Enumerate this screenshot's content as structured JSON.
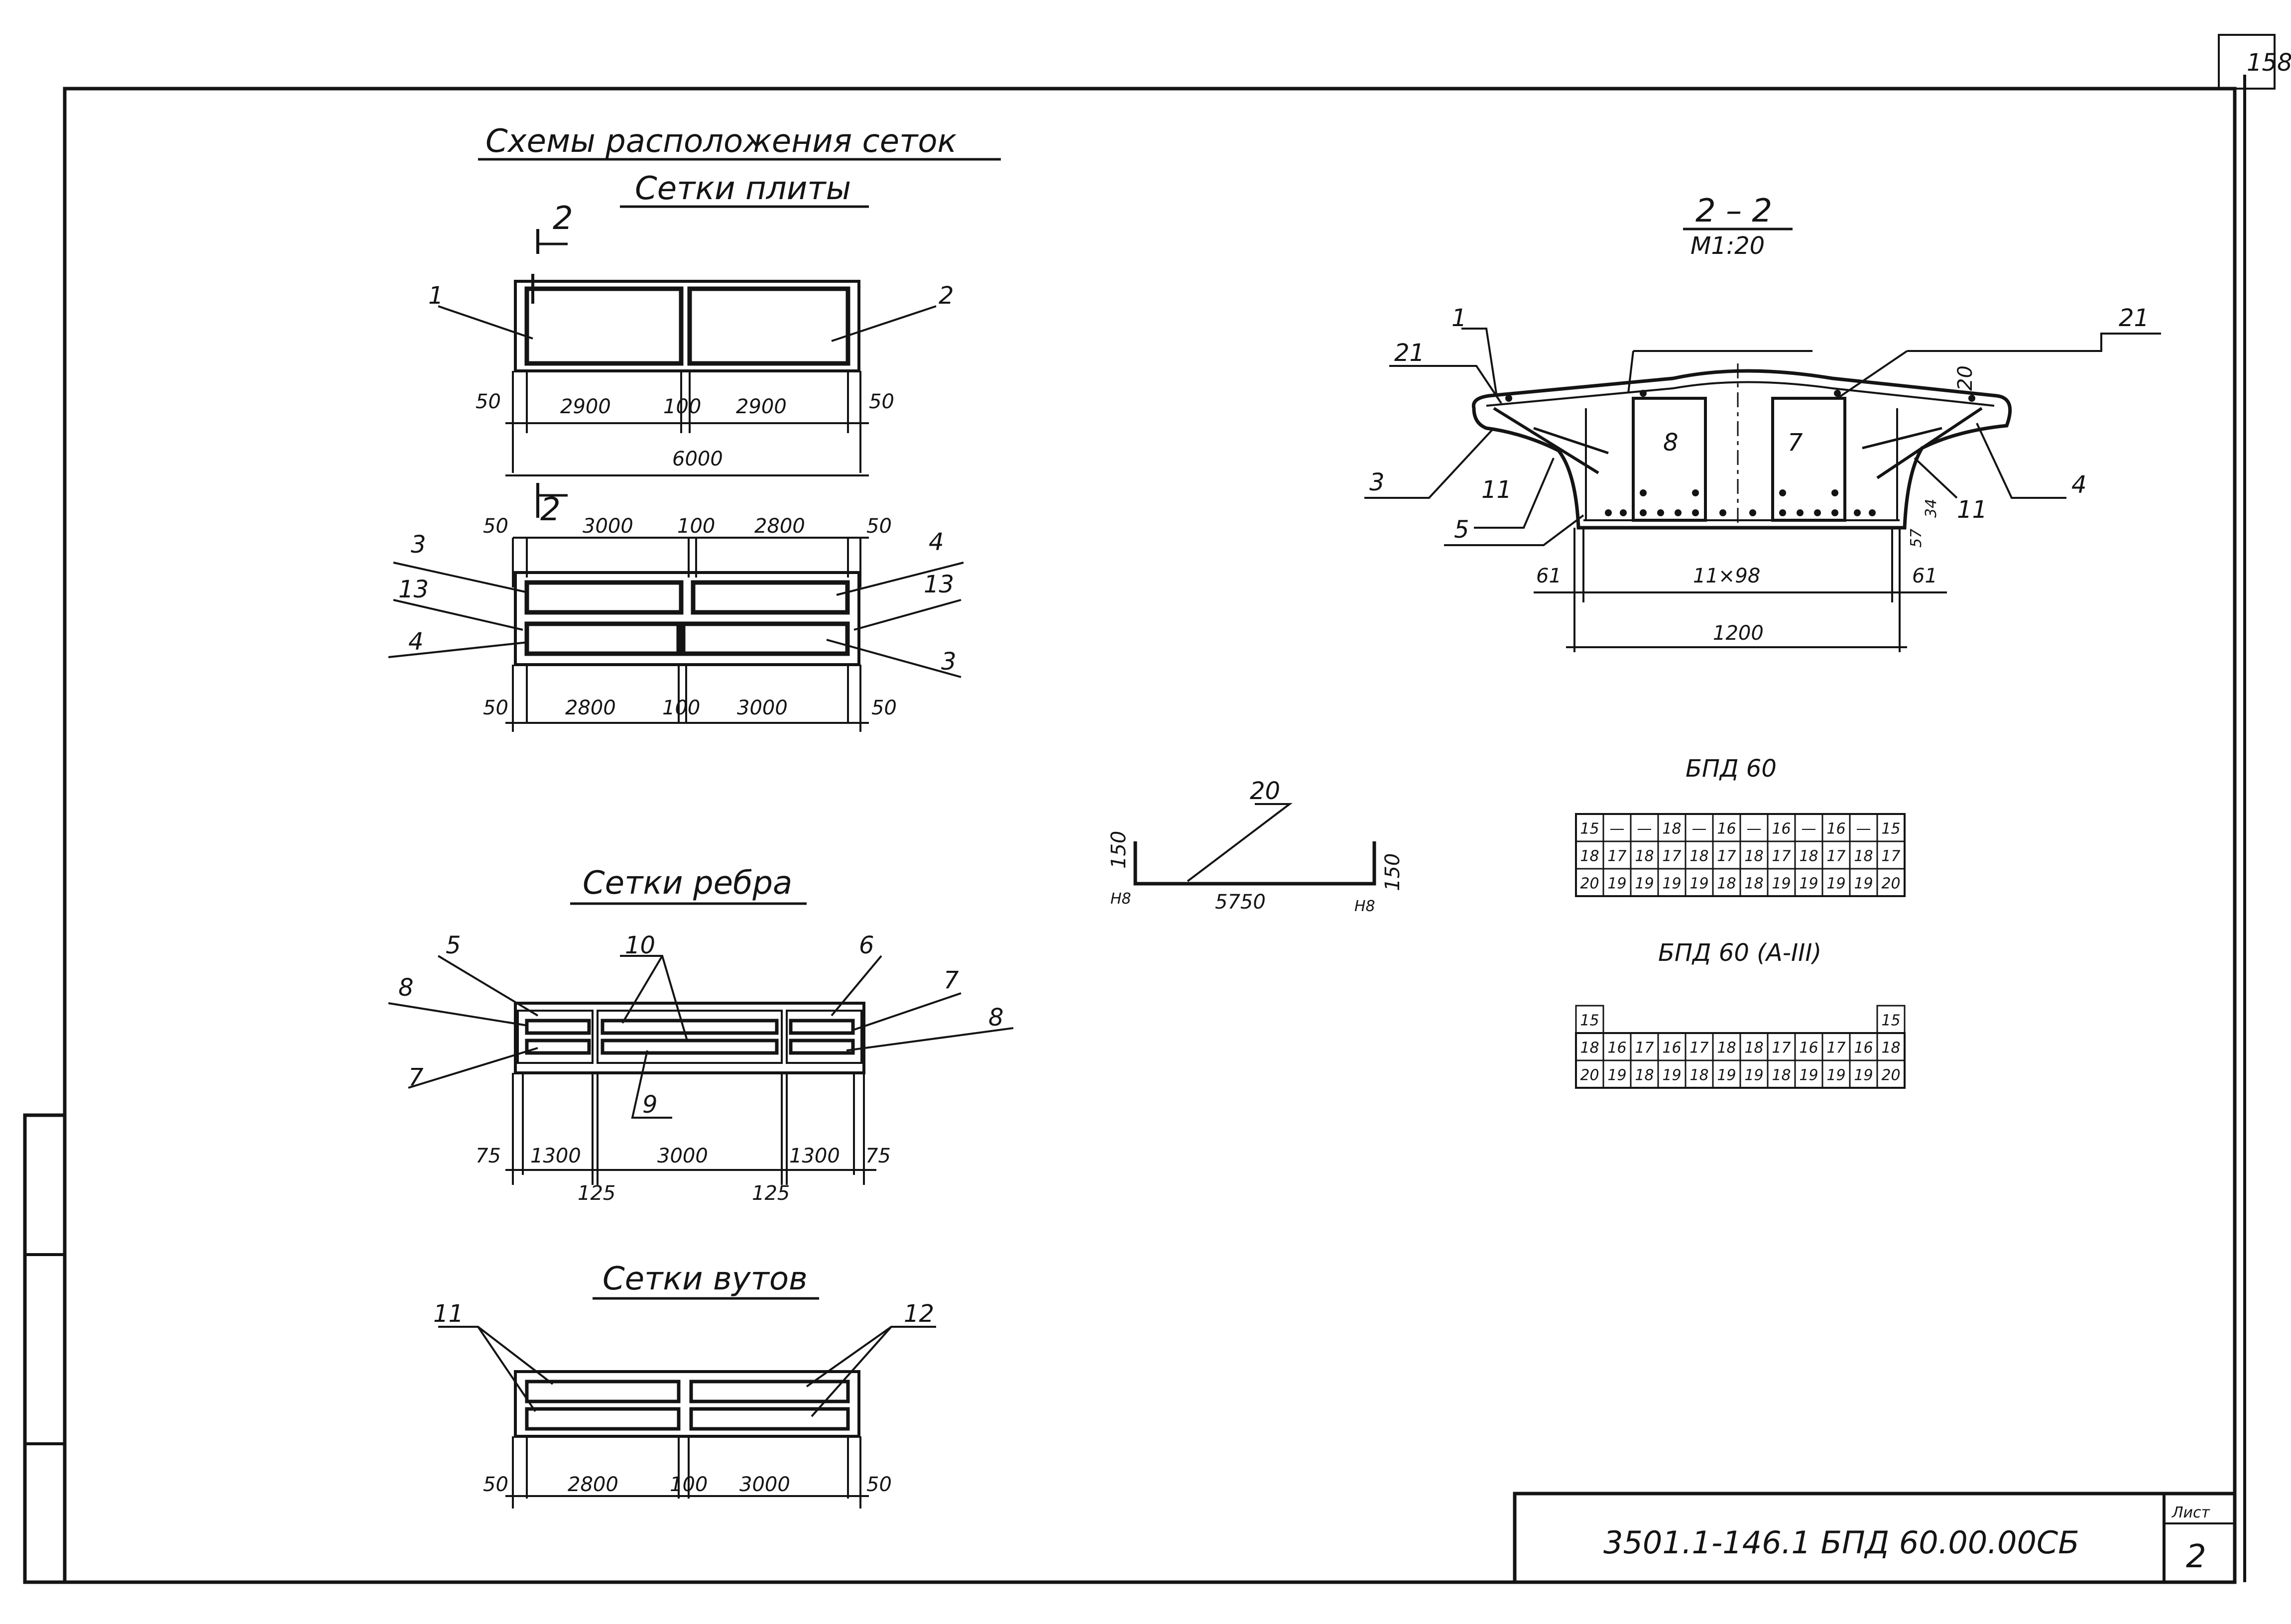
{
  "sheet": {
    "page_number": "158",
    "doc_code": "3501.1-146.1   БПД 60.00.00СБ",
    "sheet_label": "Лист",
    "sheet_number": "2"
  },
  "titles": {
    "main": "Схемы расположения сеток",
    "slab": "Сетки плиты",
    "rib": "Сетки ребра",
    "haunch": "Сетки вутов",
    "section": "2 – 2",
    "scale": "М1:20"
  },
  "slab_top": {
    "section_mark": "2",
    "labels": [
      "1",
      "2"
    ],
    "dims": [
      "50",
      "2900",
      "100",
      "2900",
      "50"
    ],
    "total": "6000"
  },
  "slab_bottom": {
    "section_mark": "2",
    "dims_top": [
      "50",
      "3000",
      "100",
      "2800",
      "50"
    ],
    "dims_bottom": [
      "50",
      "2800",
      "100",
      "3000",
      "50"
    ],
    "labels": [
      "3",
      "13",
      "4",
      "4",
      "13",
      "3"
    ]
  },
  "rib": {
    "labels": [
      "5",
      "8",
      "7",
      "10",
      "9",
      "6",
      "7",
      "8"
    ],
    "dims": [
      "75",
      "1300",
      "3000",
      "1300",
      "75"
    ],
    "dims_low": [
      "125",
      "125"
    ]
  },
  "haunch": {
    "labels": [
      "11",
      "12"
    ],
    "dims": [
      "50",
      "2800",
      "100",
      "3000",
      "50"
    ]
  },
  "bar20": {
    "label": "20",
    "length": "5750",
    "height_left": "150",
    "height_right": "150",
    "end_left": "Н8",
    "end_right": "Н8"
  },
  "section": {
    "labels": [
      "1",
      "21",
      "3",
      "11",
      "5",
      "8",
      "7",
      "20",
      "21",
      "4",
      "11"
    ],
    "dims": [
      "61",
      "11×98",
      "61"
    ],
    "total": "1200",
    "small_dims": [
      "57",
      "34"
    ]
  },
  "table_1": {
    "title": "БПД 60",
    "rows": [
      [
        "15",
        "—",
        "—",
        "18",
        "—",
        "16",
        "—",
        "16",
        "—",
        "16",
        "—",
        "15"
      ],
      [
        "18",
        "17",
        "18",
        "17",
        "18",
        "17",
        "18",
        "17",
        "18",
        "17",
        "18",
        "17"
      ],
      [
        "20",
        "19",
        "19",
        "19",
        "19",
        "18",
        "18",
        "19",
        "19",
        "19",
        "19",
        "20"
      ]
    ]
  },
  "table_2": {
    "title": "БПД 60 (А-III)",
    "rows": [
      [
        "15",
        "",
        "",
        "",
        "",
        "",
        "",
        "",
        "",
        "",
        "",
        "15"
      ],
      [
        "18",
        "16",
        "17",
        "16",
        "17",
        "18",
        "18",
        "17",
        "16",
        "17",
        "16",
        "18"
      ],
      [
        "20",
        "19",
        "18",
        "19",
        "18",
        "19",
        "19",
        "18",
        "19",
        "19",
        "19",
        "20"
      ]
    ]
  }
}
